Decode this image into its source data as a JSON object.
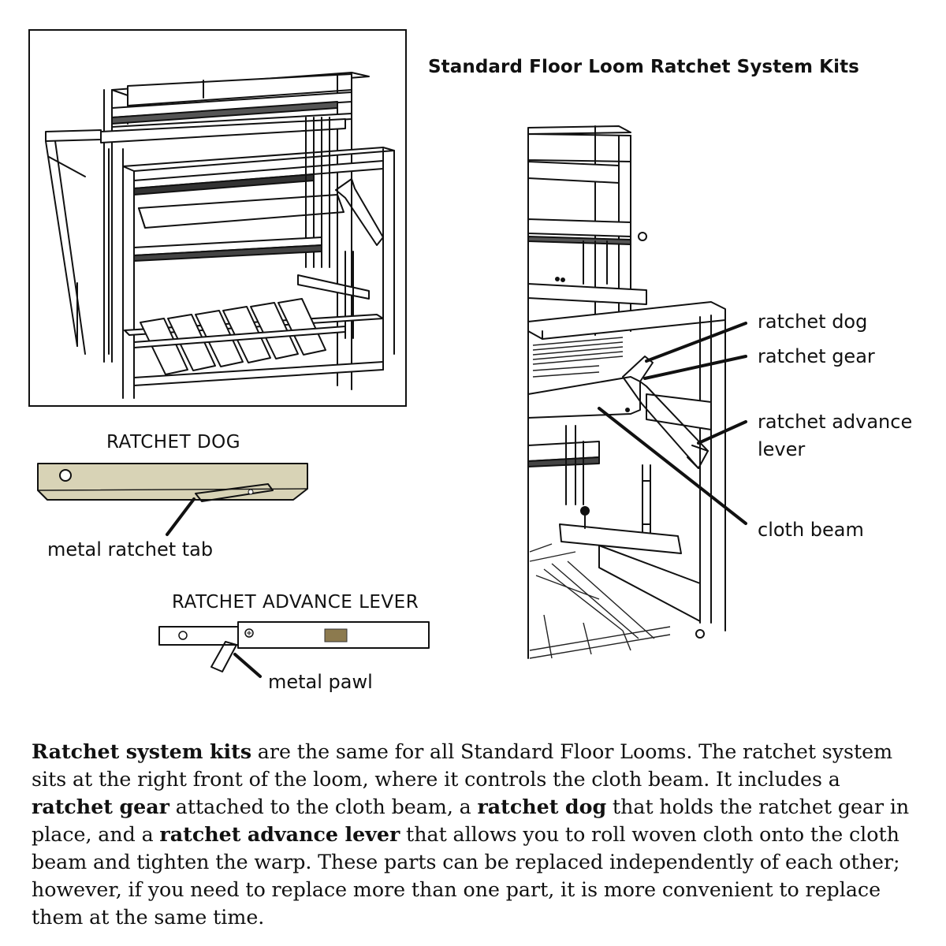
{
  "title": "Standard Floor Loom Ratchet System Kits",
  "labels": {
    "ratchet_dog": "ratchet dog",
    "ratchet_gear": "ratchet gear",
    "ratchet_advance_lever_1": "ratchet advance",
    "ratchet_advance_lever_2": "lever",
    "cloth_beam": "cloth beam",
    "metal_ratchet_tab": "metal ratchet tab",
    "metal_pawl": "metal pawl"
  },
  "part_titles": {
    "dog": "RATCHET DOG",
    "lever": "RATCHET ADVANCE LEVER"
  },
  "description": {
    "s1_bold": "Ratchet system kits",
    "s1_rest": " are the same for all Standard Floor Looms.  The ratchet system sits at the right front of the loom, where it controls the cloth beam. It includes a ",
    "s2_bold": "ratchet gear",
    "s2_rest": " attached to the cloth beam, a ",
    "s3_bold": "ratchet dog",
    "s3_rest": " that holds the ratchet gear in place, and a ",
    "s4_bold": "ratchet advance lever",
    "s4_rest": " that allows you to roll woven cloth onto the cloth beam and tighten the warp. These parts can be replaced independently of each other; however, if you need to replace more than one part, it is more convenient to replace them at the same time."
  },
  "colors": {
    "wood": "#d8d3b6",
    "ratchet_red": "#e0201c",
    "ink": "#111111"
  }
}
